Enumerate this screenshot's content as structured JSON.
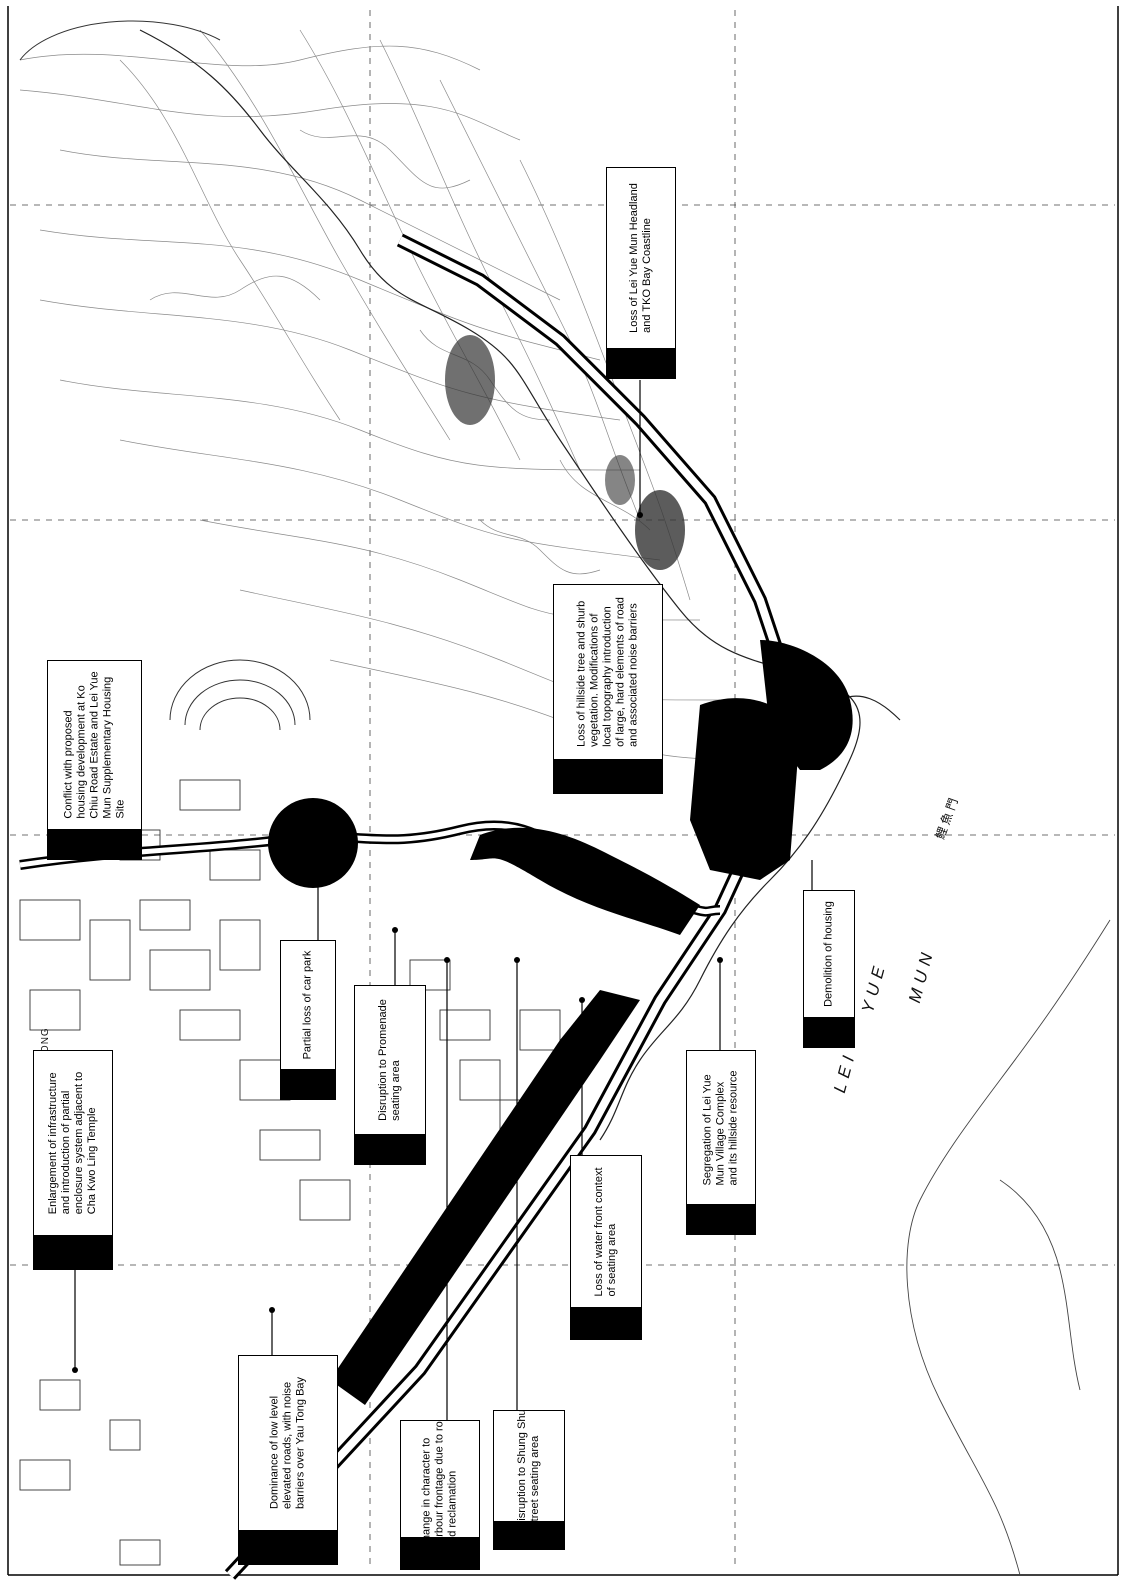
{
  "callouts": [
    {
      "id": "enlargement",
      "text": "Enlargement of infrastructure\nand introduction of partial\nenclosure system adjacent to\nCha Kwo Ling Temple"
    },
    {
      "id": "dominance",
      "text": "Dominance of low level\nelevated roads, with noise\nbarriers over Yau Tong Bay"
    },
    {
      "id": "change-character",
      "text": "Change in character to\nharbour frontage due to road\nand reclamation"
    },
    {
      "id": "disruption-shung-shun",
      "text": "Disruption to Shung Shun\nStreet seating area"
    },
    {
      "id": "loss-water-front",
      "text": "Loss of water front context\nof seating area"
    },
    {
      "id": "disruption-promenade",
      "text": "Disruption to Promenade\nseating area"
    },
    {
      "id": "partial-loss-car-park",
      "text": "Partial loss of car park"
    },
    {
      "id": "conflict-housing",
      "text": "Conflict with proposed\nhousing development at Ko\nChiu Road Estate and Lei Yue\nMun Supplementary Housing\nSite"
    },
    {
      "id": "segregation",
      "text": "Segregation of Lei Yue\nMun Village Complex\nand its hillside resource"
    },
    {
      "id": "demolition",
      "text": "Demolition of housing"
    },
    {
      "id": "loss-hillside",
      "text": "Loss of hillside tree and shurb\nvegetation. Modifications of\nlocal topography introduction\nof large, hard elements of road\nand associated noise barriers"
    },
    {
      "id": "loss-headland",
      "text": "Loss of Lei Yue Mun Headland\nand TKO Bay Coastline"
    }
  ],
  "map_labels": {
    "tong": "TONG",
    "lei": "LEI",
    "yue": "YUE",
    "mun": "MUN",
    "lei_yue_mun_cjk": "鯉 魚 門"
  },
  "colors": {
    "ink": "#000000",
    "paper": "#ffffff",
    "road": "#ffffff",
    "contour": "#777777"
  }
}
